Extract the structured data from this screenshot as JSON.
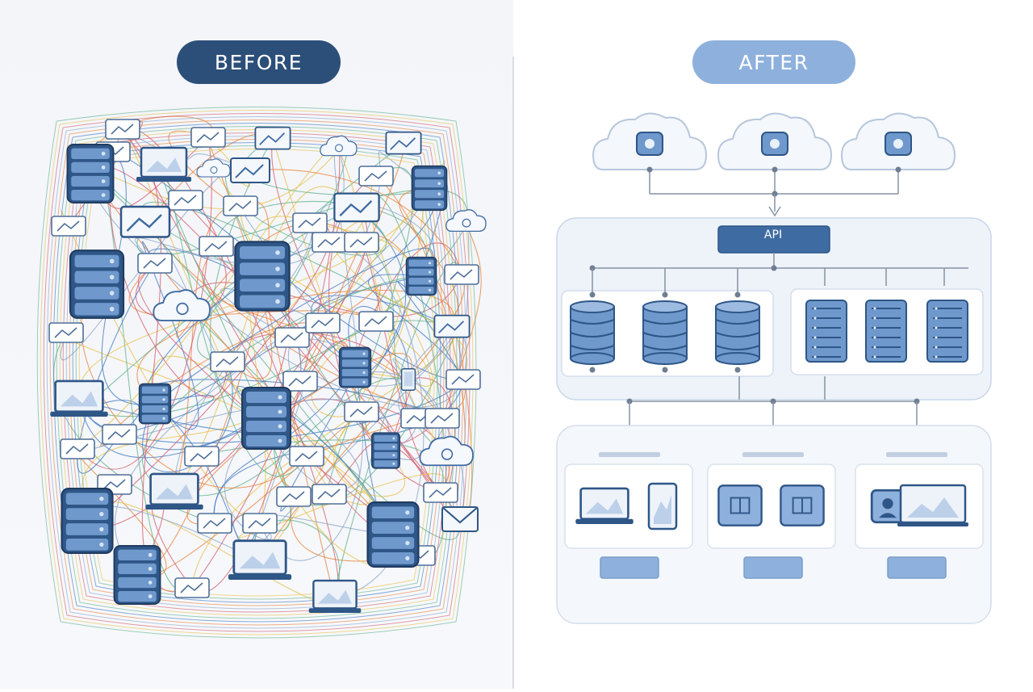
{
  "labels": {
    "before": "BEFORE",
    "after": "AFTER"
  },
  "gateway": {
    "title": "API"
  },
  "colors": {
    "before_pill": "#2c4f79",
    "after_pill": "#8eb0dc",
    "icon_blue": "#3f6ba3",
    "icon_light": "#c5d6ec",
    "connector": "#8592a3",
    "wires": [
      "#e8823a",
      "#3f78c2",
      "#5fb08a",
      "#e6c14a",
      "#d45a6a",
      "#8aa4c8"
    ]
  },
  "icons": {
    "clouds": [
      "cloud-icon",
      "cloud-lock-icon",
      "cloud-gear-icon"
    ],
    "databases": [
      "database-icon",
      "database-icon",
      "database-icon"
    ],
    "servers": [
      "server-rack-icon",
      "server-rack-icon",
      "server-rack-icon"
    ],
    "client_groups": [
      [
        "laptop-icon",
        "tablet-icon"
      ],
      [
        "app-window-icon",
        "app-window-icon"
      ],
      [
        "video-user-icon",
        "monitor-chart-icon"
      ]
    ],
    "before_nodes": [
      "server-rack-icon",
      "laptop-icon",
      "monitor-icon",
      "cloud-icon",
      "mail-icon",
      "phone-icon"
    ]
  }
}
